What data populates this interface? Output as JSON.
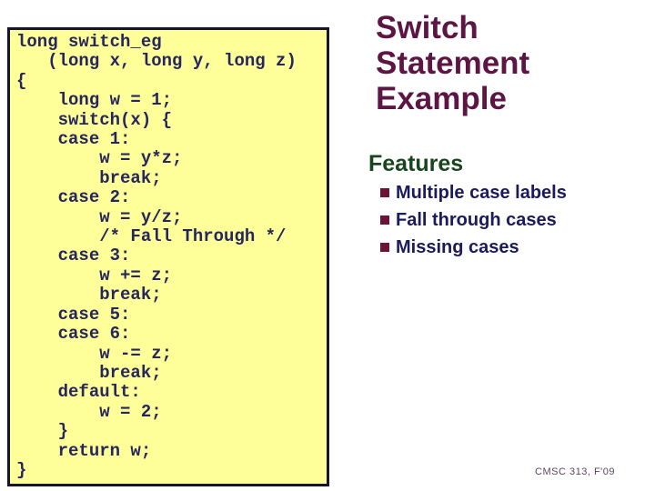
{
  "colors": {
    "background": "#ffffff",
    "title": "#5d1543",
    "features_heading": "#17461c",
    "bullet_square": "#6b1339",
    "bullet_text": "#1a1a5e",
    "code_text": "#26265e",
    "code_bg": "#ffff99",
    "code_border": "#15152e",
    "footer": "#5f4460"
  },
  "title": {
    "text": "Switch Statement Example",
    "lines": [
      "Switch",
      "Statement",
      "Example"
    ]
  },
  "features": {
    "heading": "Features",
    "items": [
      "Multiple case labels",
      "Fall through cases",
      "Missing cases"
    ]
  },
  "code": {
    "lines": [
      "long switch_eg",
      "   (long x, long y, long z)",
      "{",
      "    long w = 1;",
      "    switch(x) {",
      "    case 1:",
      "        w = y*z;",
      "        break;",
      "    case 2:",
      "        w = y/z;",
      "        /* Fall Through */",
      "    case 3:",
      "        w += z;",
      "        break;",
      "    case 5:",
      "    case 6:",
      "        w -= z;",
      "        break;",
      "    default:",
      "        w = 2;",
      "    }",
      "    return w;",
      "}"
    ]
  },
  "footer": "CMSC 313, F'09"
}
